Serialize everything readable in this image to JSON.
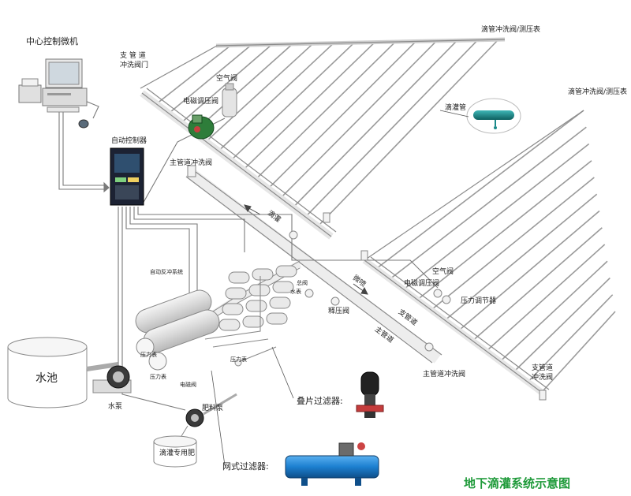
{
  "title": "地下滴灌系统示意图",
  "labels": {
    "central_computer": "中心控制微机",
    "branch_flush_valve_top_line1": "支 管 道",
    "branch_flush_valve_top_line2": "冲洗阀门",
    "air_valve_top": "空气阀",
    "solenoid_valve_top": "电磁调压阀",
    "drip_flush_gauge_top": "滴管冲洗阀/测压表",
    "drip_flush_gauge_right": "滴管冲洗阀/测压表",
    "drip_tube": "滴灌管",
    "auto_controller": "自动控制器",
    "main_flush_valve_top": "主管道冲洗阀",
    "drip_irrigation": "滴灌",
    "micro_spray": "微喷",
    "air_valve_mid": "空气阀",
    "solenoid_valve_mid": "电磁调压阀",
    "pressure_regulator": "压力调节器",
    "branch_pipe": "支管道",
    "main_pipe": "主管道",
    "main_flush_valve_bottom": "主管道冲洗阀",
    "branch_flush_valve_bottom_line1": "支管道",
    "branch_flush_valve_bottom_line2": "冲洗阀",
    "auto_backflush": "自动反冲系统",
    "main_valve": "总阀",
    "water_meter": "水表",
    "relief_valve": "释压阀",
    "pool": "水池",
    "pump": "水泵",
    "fertilizer_pump": "肥料泵",
    "fertilizer": "滴灌专用肥",
    "disc_filter": "叠片过滤器:",
    "screen_filter": "网式过滤器:",
    "pressure_gauge_1": "压力表",
    "pressure_gauge_2": "压力表",
    "pressure_gauge_3": "压力表",
    "solenoid_small": "电磁阀"
  },
  "colors": {
    "title_green": "#1f9a3a",
    "pipe_outline": "#8a8a8a",
    "signal_line": "#7a7a7a",
    "filter_blue": "#1c7fd0",
    "controller_dark": "#1c2233",
    "valve_green": "#2e7d3a",
    "drip_tube_teal": "#1b8a8a"
  }
}
